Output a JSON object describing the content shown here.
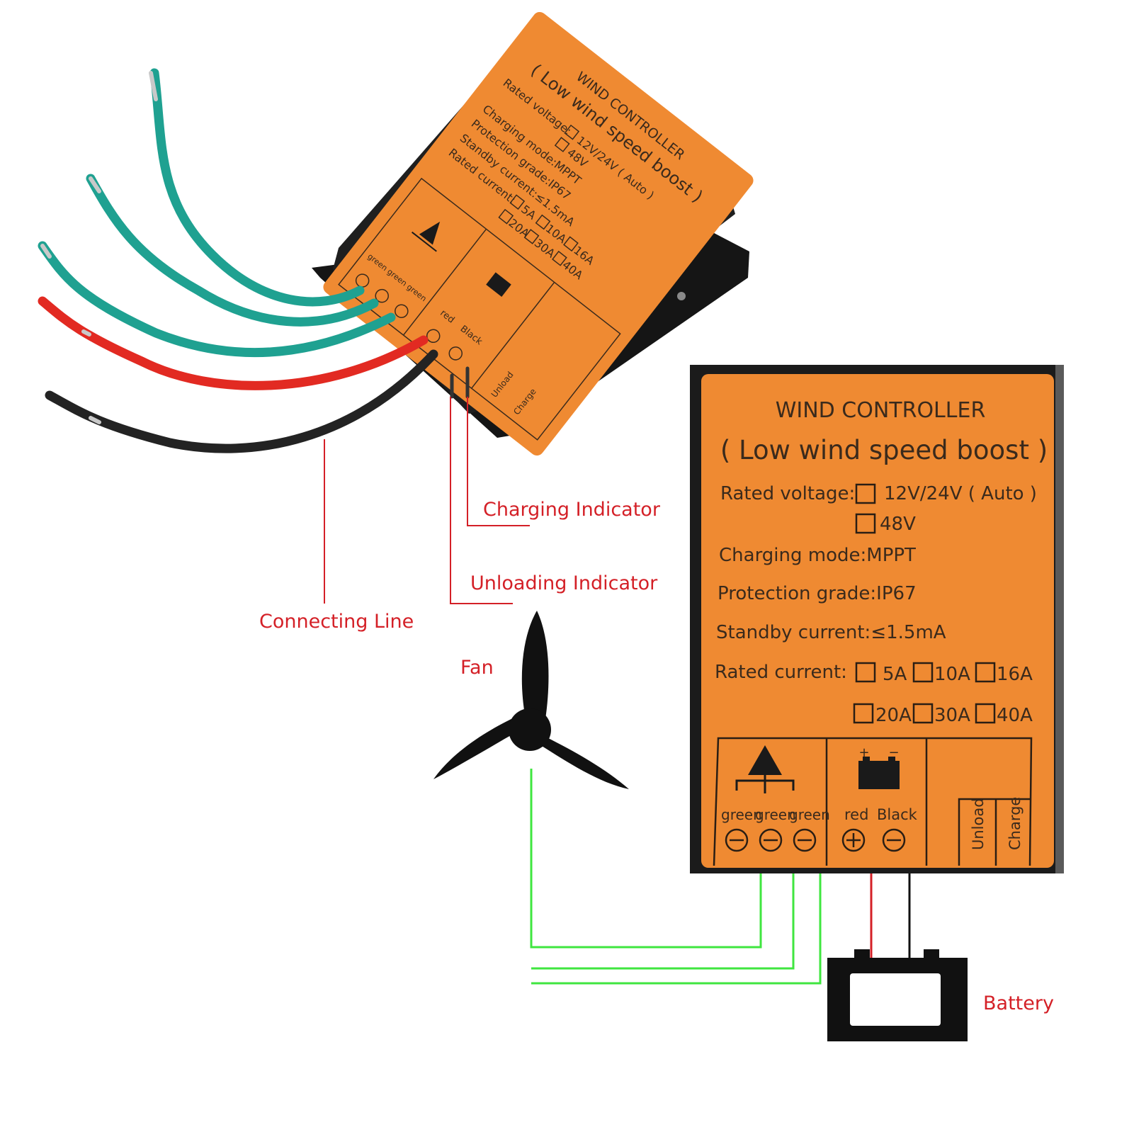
{
  "colors": {
    "label_orange": "#ef8a32",
    "housing_black": "#1b1b1b",
    "wire_teal": "#1fa191",
    "wire_red": "#e22a22",
    "wire_black": "#232323",
    "callout_red": "#d42027",
    "diagram_green": "#3fe63f"
  },
  "callouts": {
    "charging_indicator": "Charging Indicator",
    "unloading_indicator": "Unloading Indicator",
    "connecting_line": "Connecting Line",
    "fan": "Fan",
    "battery": "Battery"
  },
  "label": {
    "title": "WIND CONTROLLER",
    "subtitle": "( Low wind speed boost )",
    "rated_voltage_label": "Rated voltage:",
    "voltage_option_1": "12V/24V ( Auto )",
    "voltage_option_2": "48V",
    "charging_mode": "Charging mode:MPPT",
    "protection_grade": "Protection grade:IP67",
    "standby_current": "Standby current:≤1.5mA",
    "rated_current_label": "Rated current:",
    "current_options": [
      "5A",
      "10A",
      "16A",
      "20A",
      "30A",
      "40A"
    ],
    "terminal_wind": [
      "green",
      "green",
      "green"
    ],
    "terminal_battery": [
      "red",
      "Black"
    ],
    "indicator_unload": "Unload",
    "indicator_charge": "Charge",
    "battery_plus": "+",
    "battery_minus": "−"
  },
  "icons": {
    "checkbox": "empty-square-checkbox",
    "wind_turbine": "wind-turbine-icon",
    "battery": "battery-icon",
    "minus_terminal": "circled-minus-icon",
    "plus_terminal": "circled-plus-icon",
    "fan": "three-blade-propeller-icon"
  }
}
